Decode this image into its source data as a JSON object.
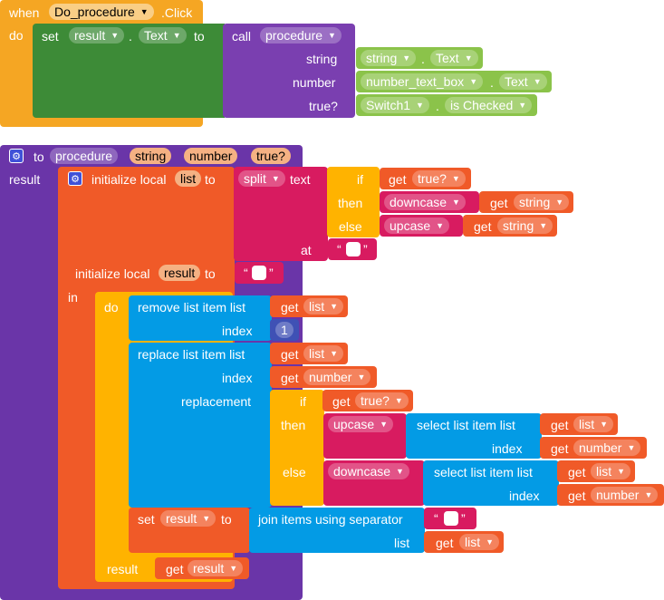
{
  "when": {
    "when": "when",
    "event_component": "Do_procedure",
    "event_name": ".Click",
    "do": "do"
  },
  "set_text": {
    "set": "set",
    "component": "result",
    "dot": ".",
    "property": "Text",
    "to": "to"
  },
  "call": {
    "call": "call",
    "procedure": "procedure",
    "arg_string": "string",
    "arg_number": "number",
    "arg_true": "true?"
  },
  "arg_blocks": {
    "string_comp": "string",
    "string_prop": "Text",
    "number_comp": "number_text_box",
    "number_prop": "Text",
    "switch_comp": "Switch1",
    "switch_prop": "is Checked",
    "dot": "."
  },
  "proc_def": {
    "to": "to",
    "name": "procedure",
    "param1": "string",
    "param2": "number",
    "param3": "true?",
    "result": "result"
  },
  "init_local1": {
    "label": "initialize local",
    "var": "list",
    "to": "to"
  },
  "split": {
    "split": "split",
    "text": "text",
    "at": "at"
  },
  "if_block1": {
    "if": "if",
    "then": "then",
    "else": "else",
    "get": "get",
    "cond_var": "true?",
    "then_fn": "downcase",
    "then_var": "string",
    "else_fn": "upcase",
    "else_var": "string"
  },
  "init_local2": {
    "label": "initialize local",
    "var": "result",
    "to": "to",
    "in": "in"
  },
  "quote_open": "“",
  "quote_close": "”",
  "do_block": {
    "do": "do",
    "result": "result",
    "get": "get",
    "var": "result"
  },
  "remove_item": {
    "label": "remove list item  list",
    "get": "get",
    "list_var": "list",
    "index": "index",
    "index_value": "1"
  },
  "replace_item": {
    "label": "replace list item  list",
    "get": "get",
    "list_var": "list",
    "index": "index",
    "index_var": "number",
    "replacement": "replacement"
  },
  "if_block2": {
    "if": "if",
    "then": "then",
    "else": "else",
    "get": "get",
    "cond_var": "true?",
    "then_fn": "upcase",
    "else_fn": "downcase"
  },
  "select1": {
    "label": "select list item  list",
    "get": "get",
    "list_var": "list",
    "index": "index",
    "index_var": "number"
  },
  "select2": {
    "label": "select list item  list",
    "get": "get",
    "list_var": "list",
    "index": "index",
    "index_var": "number"
  },
  "set_result": {
    "set": "set",
    "var": "result",
    "to": "to"
  },
  "join": {
    "label": "join items using separator",
    "list": "list",
    "get": "get",
    "list_var": "list"
  },
  "gear_icon": "⚙",
  "dropdown_arrow": "▼",
  "colors": {
    "event": "#f5a623",
    "component_set": "#3d8b37",
    "procedure": "#7a3fb0",
    "proc_def": "#6a35a8",
    "variable": "#f05a28",
    "text": "#d81b60",
    "control": "#ffb300",
    "list": "#039be5",
    "math": "#3f51b5",
    "component_get": "#7cba3d",
    "light_green": "#8bc34a"
  }
}
